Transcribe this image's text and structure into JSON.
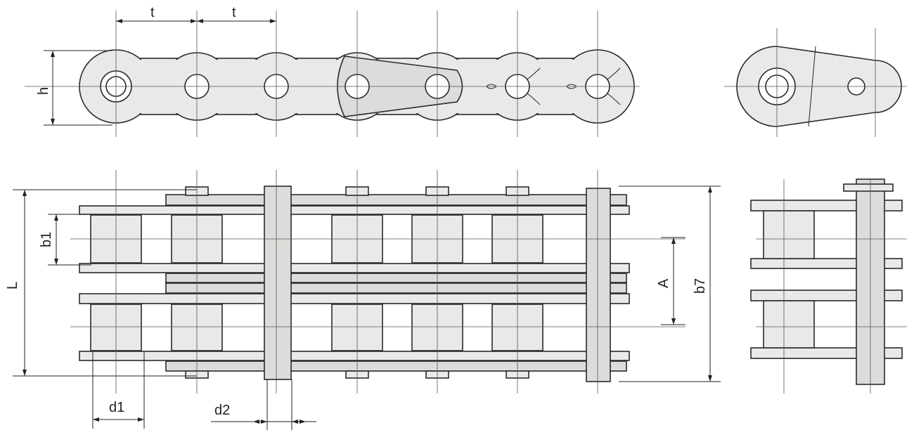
{
  "diagram": {
    "title": "Duplex roller chain dimension drawing",
    "labels": {
      "pitch_1": "t",
      "pitch_2": "t",
      "plate_height": "h",
      "inner_width": "b1",
      "pin_length": "L",
      "transverse_pitch": "A",
      "overall_width": "b7",
      "roller_diameter": "d1",
      "pin_diameter": "d2"
    }
  }
}
